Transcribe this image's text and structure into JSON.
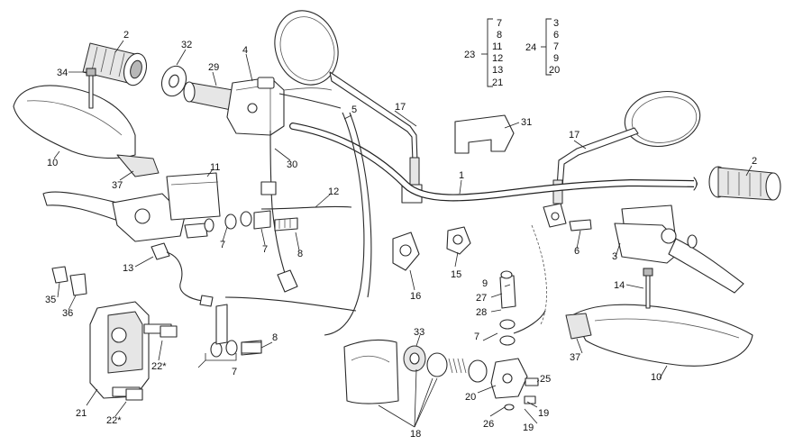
{
  "diagram": {
    "callouts": [
      {
        "id": "c1",
        "text": "1"
      },
      {
        "id": "c2a",
        "text": "2"
      },
      {
        "id": "c2b",
        "text": "2"
      },
      {
        "id": "c3",
        "text": "3"
      },
      {
        "id": "c4",
        "text": "4"
      },
      {
        "id": "c5",
        "text": "5"
      },
      {
        "id": "c6",
        "text": "6"
      },
      {
        "id": "c7a",
        "text": "7"
      },
      {
        "id": "c7b",
        "text": "7"
      },
      {
        "id": "c7c",
        "text": "7"
      },
      {
        "id": "c7d",
        "text": "7"
      },
      {
        "id": "c8a",
        "text": "8"
      },
      {
        "id": "c8b",
        "text": "8"
      },
      {
        "id": "c9",
        "text": "9"
      },
      {
        "id": "c10a",
        "text": "10"
      },
      {
        "id": "c10b",
        "text": "10"
      },
      {
        "id": "c11",
        "text": "11"
      },
      {
        "id": "c12",
        "text": "12"
      },
      {
        "id": "c13",
        "text": "13"
      },
      {
        "id": "c14",
        "text": "14"
      },
      {
        "id": "c15",
        "text": "15"
      },
      {
        "id": "c16",
        "text": "16"
      },
      {
        "id": "c17a",
        "text": "17"
      },
      {
        "id": "c17b",
        "text": "17"
      },
      {
        "id": "c18",
        "text": "18"
      },
      {
        "id": "c19a",
        "text": "19"
      },
      {
        "id": "c19b",
        "text": "19"
      },
      {
        "id": "c20",
        "text": "20"
      },
      {
        "id": "c21",
        "text": "21"
      },
      {
        "id": "c22a",
        "text": "22*"
      },
      {
        "id": "c22b",
        "text": "22*"
      },
      {
        "id": "c25",
        "text": "25"
      },
      {
        "id": "c26",
        "text": "26"
      },
      {
        "id": "c27",
        "text": "27"
      },
      {
        "id": "c28",
        "text": "28"
      },
      {
        "id": "c29",
        "text": "29"
      },
      {
        "id": "c30",
        "text": "30"
      },
      {
        "id": "c31",
        "text": "31"
      },
      {
        "id": "c32",
        "text": "32"
      },
      {
        "id": "c33",
        "text": "33"
      },
      {
        "id": "c34",
        "text": "34"
      },
      {
        "id": "c35",
        "text": "35"
      },
      {
        "id": "c36",
        "text": "36"
      },
      {
        "id": "c37a",
        "text": "37"
      },
      {
        "id": "c37b",
        "text": "37"
      }
    ],
    "kits": [
      {
        "id": "kit23",
        "label": "23",
        "items": [
          "7",
          "8",
          "11",
          "12",
          "13",
          "21"
        ]
      },
      {
        "id": "kit24",
        "label": "24",
        "items": [
          "3",
          "6",
          "7",
          "9",
          "20"
        ]
      }
    ]
  }
}
